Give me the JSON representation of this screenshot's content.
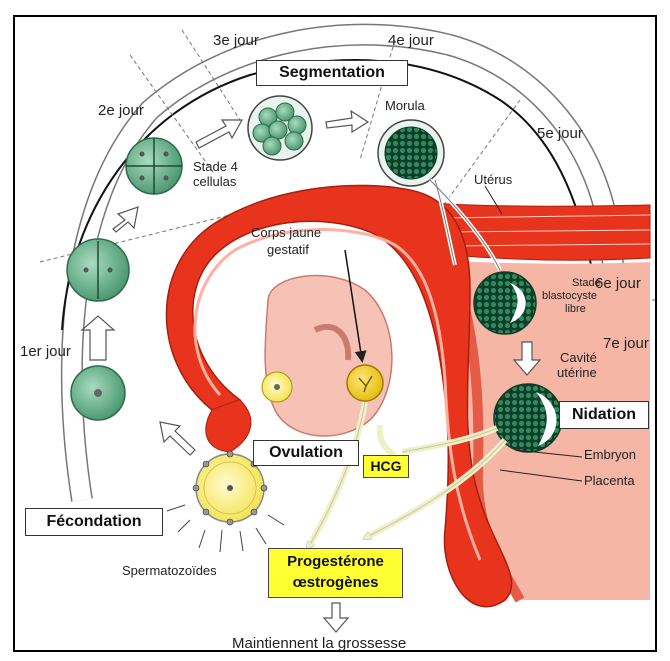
{
  "labels": {
    "jour1": "1er jour",
    "jour2": "2e jour",
    "jour3": "3e jour",
    "jour4": "4e jour",
    "jour5": "5e jour",
    "jour6": "6e jour",
    "jour7": "7e jour",
    "segmentation": "Segmentation",
    "fecondation": "Fécondation",
    "ovulation": "Ovulation",
    "nidation": "Nidation",
    "stade4_line1": "Stade 4",
    "stade4_line2": "cellulas",
    "morula": "Morula",
    "uterus": "Utérus",
    "corps_line1": "Corps jaune",
    "corps_line2": "gestatif",
    "blasto_line1": "Stade",
    "blasto_line2": "blastocyste",
    "blasto_line3": "libre",
    "cavite_line1": "Cavité",
    "cavite_line2": "utérine",
    "hcg": "HCG",
    "embryon": "Embryon",
    "placenta": "Placenta",
    "spermatozoides": "Spermatozoïdes",
    "progesterone_line1": "Progestérone",
    "progesterone_line2": "œstrogènes",
    "maintiennent": "Maintiennent la grossesse"
  },
  "colors": {
    "uterus_red": "#e8341c",
    "tissue_pink": "#f6c2b6",
    "cell_green": "#6fb38e",
    "dark_green": "#1e5a3a",
    "yellow": "#ffff33",
    "oocyte_yellow": "#fff26a"
  }
}
